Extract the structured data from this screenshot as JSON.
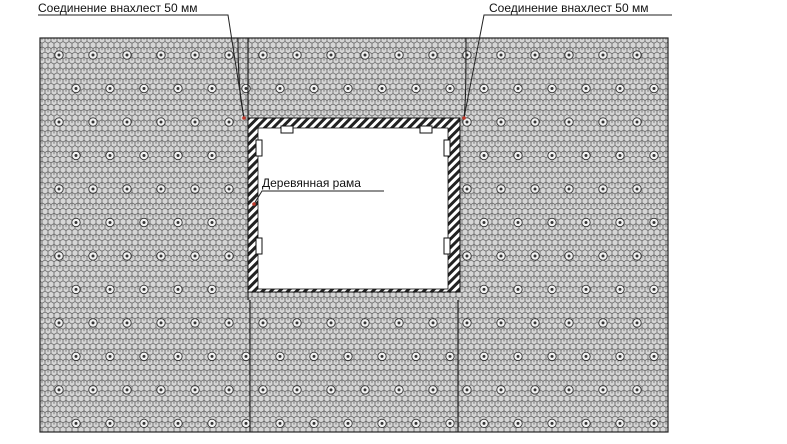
{
  "annotations": {
    "overlap_left": "Соединение внахлест 50 мм",
    "overlap_right": "Соединение внахлест 50 мм",
    "wooden_frame": "Деревянная рама"
  },
  "colors": {
    "membrane_fill": "#d2d2d2",
    "hex_pattern": "#6a6a6a",
    "stud": "#333333",
    "frame_hatch": "#222222",
    "opening": "#ffffff",
    "leader_dot": "#c0392b"
  }
}
